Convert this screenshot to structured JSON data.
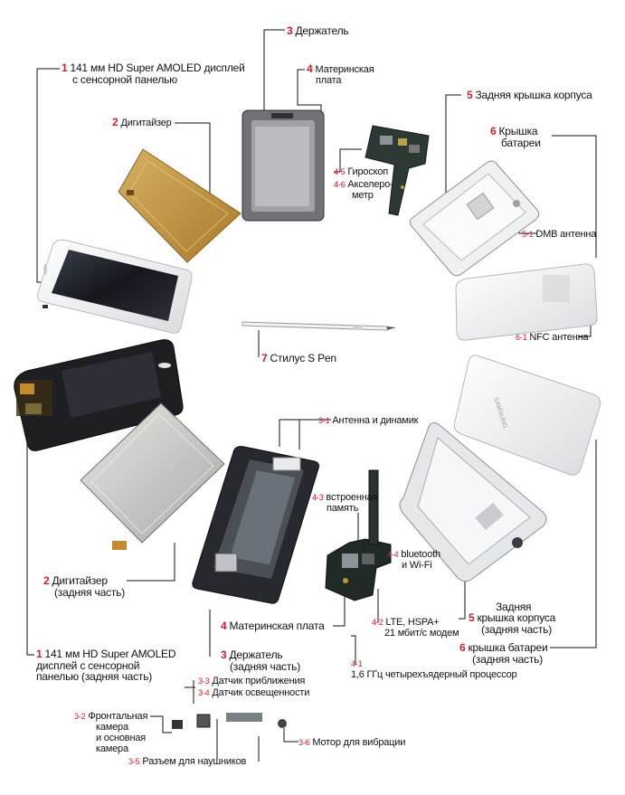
{
  "labels": {
    "l1_top": {
      "num": "1",
      "line1": "141 мм HD Super AMOLED дисплей",
      "line2": "с сенсорной панелью"
    },
    "l2_top": {
      "num": "2",
      "text": "Дигитайзер"
    },
    "l3_top": {
      "num": "3",
      "text": "Держатель"
    },
    "l4_top": {
      "num": "4",
      "line1": "Материнская",
      "line2": "плата"
    },
    "l45": {
      "sub": "4-5",
      "text": "Гироскоп"
    },
    "l46": {
      "sub": "4-6",
      "line1": "Акселеро-",
      "line2": "метр"
    },
    "l5_top": {
      "num": "5",
      "text": "Задняя крышка корпуса"
    },
    "l6_top": {
      "num": "6",
      "line1": "Крышка",
      "line2": "батареи"
    },
    "l51": {
      "sub": "5-1",
      "text": "DMB антенна"
    },
    "l61": {
      "sub": "6-1",
      "text": "NFC антенна"
    },
    "l7": {
      "num": "7",
      "text": "Стилус S Pen"
    },
    "l31": {
      "sub": "3-1",
      "text": "Антенна и динамик"
    },
    "l43": {
      "sub": "4-3",
      "line1": "встроенная",
      "line2": "память"
    },
    "l44": {
      "sub": "4-4",
      "line1": "bluetooth",
      "line2": "и Wi-Fi"
    },
    "l2_bot": {
      "num": "2",
      "line1": "Дигитайзер",
      "line2": "(задняя часть)"
    },
    "l1_bot": {
      "num": "1",
      "line1": "141 мм HD Super AMOLED",
      "line2": "дисплей с сенсорной",
      "line3": "панелью (задняя часть)"
    },
    "l4_bot": {
      "num": "4",
      "text": "Материнская плата"
    },
    "l3_bot": {
      "num": "3",
      "line1": "Держатель",
      "line2": "(задняя часть)"
    },
    "l42": {
      "sub": "4-2",
      "line1": "LTE, HSPA+",
      "line2": "21 мбит/с модем"
    },
    "l41": {
      "sub": "4-1",
      "text": "1,6 ГГц четырехъядерный процессор"
    },
    "l5_bot": {
      "num": "5",
      "line1": "Задняя",
      "line2": "крышка корпуса",
      "line3": "(задняя часть)"
    },
    "l6_bot": {
      "num": "6",
      "line1": "крышка батареи",
      "line2": "(задняя часть)"
    },
    "l33": {
      "sub": "3-3",
      "text": "Датчик приближения"
    },
    "l34": {
      "sub": "3-4",
      "text": "Датчик освещенности"
    },
    "l32": {
      "sub": "3-2",
      "line1": "Фронтальная",
      "line2": "камера",
      "line3": "и основная",
      "line4": "камера"
    },
    "l36": {
      "sub": "3-6",
      "text": "Мотор для вибрации"
    },
    "l35": {
      "sub": "3-5",
      "text": "Разъем для наушников"
    }
  },
  "brand_text": "SAMSUNG",
  "colors": {
    "accent": "#d0202a",
    "line": "#111111",
    "digitizer": "#c49a46"
  }
}
